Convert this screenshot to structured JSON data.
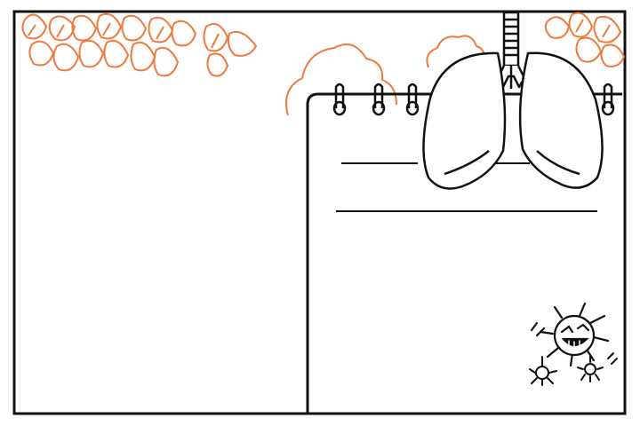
{
  "colors": {
    "ink": "#111111",
    "accent": "#f07a3c",
    "paper": "#ffffff"
  },
  "elements": {
    "frame": "rectangular-border",
    "leaves": "orange-leaf-cluster",
    "clouds": "orange-cloud-outlines",
    "notepad": "spiral-notepad",
    "lungs": "lungs-illustration",
    "germs": "germ-icons"
  }
}
